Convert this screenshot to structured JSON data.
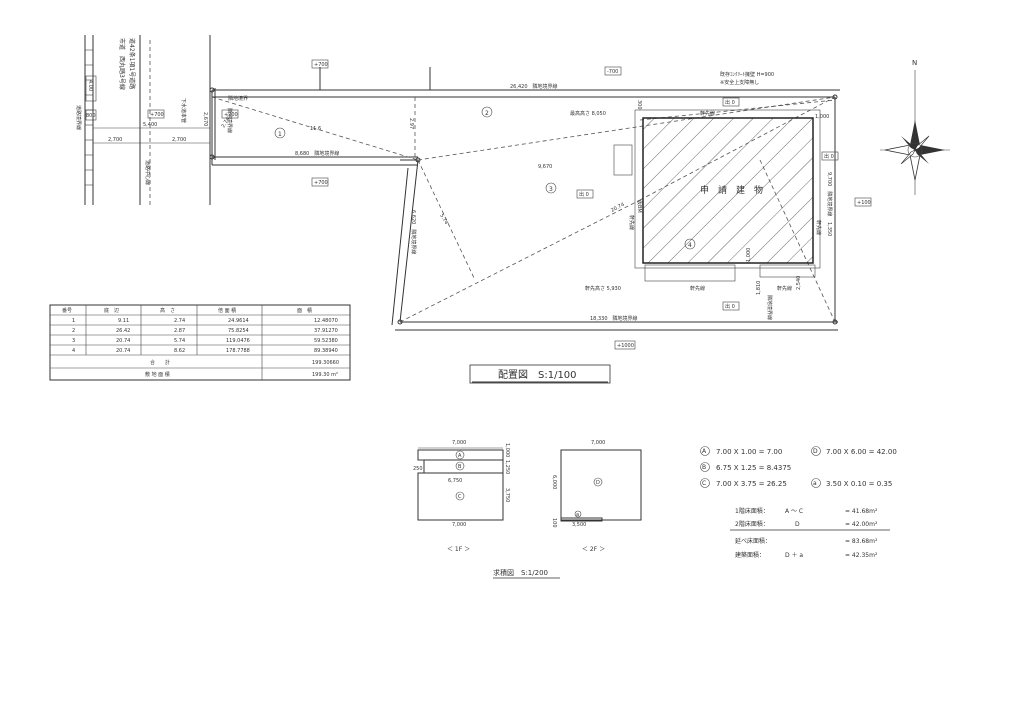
{
  "site_plan": {
    "title": "配置図　S:1/100",
    "road_labels": [
      "市道　西丸踏3号線",
      "道42条1項1号道路"
    ],
    "road_side_labels": [
      "道路境界線",
      "道路中心線",
      "下水道本管"
    ],
    "road_width_labels": [
      "2,700",
      "2,700",
      "5,400"
    ],
    "road_box_labels": [
      "4.00",
      "800"
    ],
    "level_boxes": [
      "+700",
      "+700",
      "-700",
      "+700",
      "+100",
      "+1000",
      "+700"
    ],
    "boundary_labels": [
      "26,420　隣地境界線",
      "8,680　隣地境界線",
      "18,330　隣地境界線",
      "6,620　隣地境界線",
      "9,700　隣地境界線",
      "隣地境界線"
    ],
    "dimension_labels": [
      "9,670",
      "2.97",
      "11.6",
      "2.74",
      "2,670",
      "20.74",
      "5.74",
      "300",
      "1,000",
      "1,000",
      "1,810",
      "2,540",
      "1,350"
    ],
    "circle_labels": [
      "1",
      "2",
      "3",
      "4"
    ],
    "building_label": "申　請　建　物",
    "annotations": [
      "既存ｺﾝｸﾘｰﾄ擁壁 H=900",
      "※安全上支障無し",
      "最高高さ 8,050",
      "軒先線",
      "軒先線",
      "軒先線",
      "軒先線",
      "軒先線",
      "軒先高さ 5,930",
      "仮BM",
      "隣地境界",
      "出 0",
      "出 0",
      "出 0",
      "隣地境界線",
      "出 0"
    ],
    "north_label": "N"
  },
  "area_table": {
    "headers": [
      "番号",
      "底　辺",
      "高　さ",
      "倍 面 積",
      "面　積"
    ],
    "rows": [
      [
        "1",
        "9.11",
        "2.74",
        "24.9614",
        "12.48070"
      ],
      [
        "2",
        "26.42",
        "2.87",
        "75.8254",
        "37.91270"
      ],
      [
        "3",
        "20.74",
        "5.74",
        "119.0476",
        "59.52380"
      ],
      [
        "4",
        "20.74",
        "8.62",
        "178.7788",
        "89.38940"
      ]
    ],
    "total_label": "合　　計",
    "total_value": "199.30660",
    "site_area_label": "敷 地 面 積",
    "site_area_value": "199.30 m²"
  },
  "floor_plans": {
    "title": "求積図　S:1/200",
    "first_floor_label": "＜ 1F ＞",
    "second_floor_label": "＜ 2F ＞",
    "first_floor_dims": [
      "7,000",
      "6,750",
      "7,000",
      "250",
      "1,000",
      "1,250",
      "3,750"
    ],
    "first_floor_regions": [
      "A",
      "B",
      "C"
    ],
    "second_floor_dims": [
      "7,000",
      "6,000",
      "3,500",
      "100"
    ],
    "second_floor_regions": [
      "D",
      "a"
    ]
  },
  "calculations": {
    "lines": [
      {
        "mark": "A",
        "text": "7.00 X 1.00 =  7.00",
        "mark2": "D",
        "text2": "7.00 X 6.00 = 42.00"
      },
      {
        "mark": "B",
        "text": "6.75 X 1.25 =  8.4375",
        "mark2": "",
        "text2": ""
      },
      {
        "mark": "C",
        "text": "7.00 X 3.75 = 26.25",
        "mark2": "a",
        "text2": "3.50 X 0.10 =  0.35"
      }
    ],
    "summary": [
      {
        "label": "1階床面積：",
        "expr": "A ～ C",
        "value": "=  41.68m²"
      },
      {
        "label": "2階床面積：",
        "expr": "D",
        "value": "=  42.00m²"
      },
      {
        "label": "延べ床面積：",
        "expr": "",
        "value": "=  83.68m²"
      },
      {
        "label": "建築面積：",
        "expr": "D ＋ a",
        "value": "=  42.35m²"
      }
    ]
  }
}
